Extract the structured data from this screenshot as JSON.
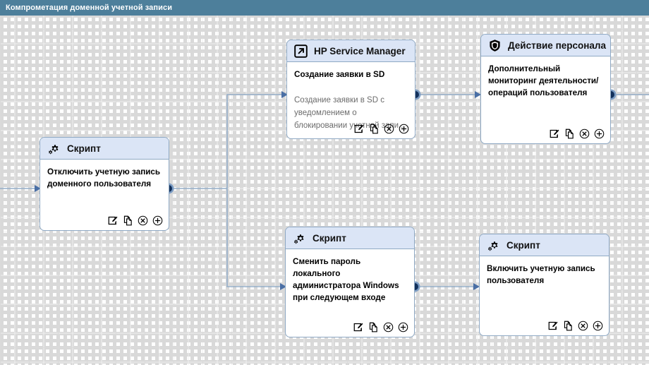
{
  "titlebar": {
    "title": "Компрометация доменной учетной записи"
  },
  "icons": {
    "gear": "gear-icon",
    "external_link": "external-link-icon",
    "shield": "shield-icon",
    "edit": "edit-icon",
    "copy": "copy-icon",
    "delete": "delete-circle-icon",
    "add": "add-circle-icon"
  },
  "colors": {
    "titlebar_bg": "#4d7f9b",
    "node_header_bg": "#dbe5f6",
    "node_border": "#8fa9c4",
    "edge": "#94aec8",
    "port_dot": "#13315c",
    "description_text": "#6c6c6c"
  },
  "nodes": [
    {
      "id": "script-disable",
      "type_label": "Скрипт",
      "icon": "gear-icon",
      "title": "Отключить учетную запись доменного пользователя",
      "description": ""
    },
    {
      "id": "hpsm",
      "type_label": "HP Service Manager",
      "icon": "external-link-icon",
      "title": "Создание заявки в SD",
      "description": "Создание заявки в SD с уведомлением о блокировании учетной запи..."
    },
    {
      "id": "staff",
      "type_label": "Действие персонала",
      "icon": "shield-icon",
      "title": "Дополнительный мониторинг деятельности/операций пользователя",
      "description": ""
    },
    {
      "id": "script-pwd",
      "type_label": "Скрипт",
      "icon": "gear-icon",
      "title": "Сменить пароль локального администратора Windows при следующем входе",
      "description": ""
    },
    {
      "id": "script-enable",
      "type_label": "Скрипт",
      "icon": "gear-icon",
      "title": "Включить учетную запись пользователя",
      "description": ""
    }
  ],
  "actions": {
    "edit": "Edit",
    "copy": "Copy",
    "delete": "Delete",
    "add": "Add"
  }
}
